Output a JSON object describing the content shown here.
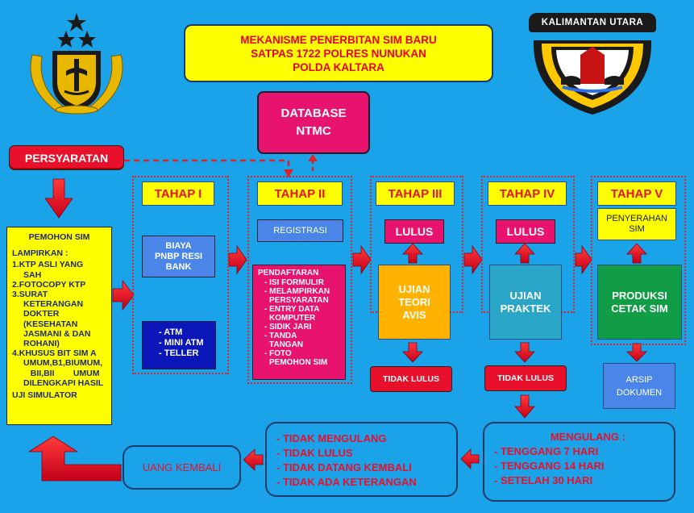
{
  "title": {
    "line1": "MEKANISME PENERBITAN SIM BARU",
    "line2": "SATPAS 1722 POLRES  NUNUKAN",
    "line3": "POLDA KALTARA"
  },
  "logo_right": {
    "banner": "KALIMANTAN UTARA"
  },
  "database": {
    "line1": "DATABASE",
    "line2": "NTMC"
  },
  "persyaratan": "PERSYARATAN",
  "pemohon": {
    "heading": "PEMOHON SIM",
    "lampiran": "LAMPIRKAN :",
    "items": [
      "1.KTP ASLI YANG",
      "   SAH",
      "2.FOTOCOPY KTP",
      "3.SURAT",
      "   KETERANGAN",
      "   DOKTER",
      "   (KESEHATAN",
      "   JASMANI & DAN",
      "   ROHANI)",
      "4.KHUSUS BIT SIM A",
      "   UMUM,B1,BIUMUM,",
      "   BII,BII        UMUM",
      "   DILENGKAPI HASIL",
      "UJI SIMULATOR"
    ]
  },
  "stages": {
    "t1": {
      "label": "TAHAP I",
      "biaya": [
        "BIAYA",
        "PNBP RESI",
        "BANK"
      ],
      "channels": [
        "- ATM",
        "- MINI ATM",
        "- TELLER"
      ]
    },
    "t2": {
      "label": "TAHAP II",
      "registrasi": "REGISTRASI",
      "pendaftaran_title": "PENDAFTARAN",
      "pendaftaran_items": [
        "- ISI FORMULIR",
        "- MELAMPIRKAN",
        "   PERSYARATAN",
        "- ENTRY DATA",
        "   KOMPUTER",
        "- SIDIK JARI",
        "- TANDA",
        "   TANGAN",
        "- FOTO",
        "   PEMOHON SIM"
      ]
    },
    "t3": {
      "label": "TAHAP III",
      "lulus": "LULUS",
      "ujian": [
        "UJIAN",
        "TEORI",
        "AVIS"
      ],
      "tidak": "TIDAK LULUS"
    },
    "t4": {
      "label": "TAHAP IV",
      "lulus": "LULUS",
      "ujian": [
        "UJIAN",
        "PRAKTEK"
      ],
      "tidak": "TIDAK LULUS"
    },
    "t5": {
      "label": "TAHAP V",
      "penyerahan": [
        "PENYERAHAN",
        "SIM"
      ],
      "produksi": [
        "PRODUKSI",
        "CETAK SIM"
      ],
      "arsip": [
        "ARSIP",
        "DOKUMEN"
      ]
    }
  },
  "mengulang": {
    "heading": "MENGULANG  :",
    "items": [
      "- TENGGANG 7 HARI",
      "- TENGGANG 14 HARI",
      "- SETELAH 30 HARI"
    ]
  },
  "tidak_list": [
    "- TIDAK MENGULANG",
    "- TIDAK LULUS",
    "- TIDAK DATANG KEMBALI",
    "- TIDAK ADA KETERANGAN"
  ],
  "uang_kembali": "UANG KEMBALI",
  "colors": {
    "background": "#1aa3e8",
    "yellow": "#ffff00",
    "red": "#e8102a",
    "pink": "#e8136e",
    "orange": "#ffb300",
    "teal": "#2aa6c9",
    "green": "#119c46",
    "blue": "#4a86e8",
    "navy": "#0b16b8"
  }
}
